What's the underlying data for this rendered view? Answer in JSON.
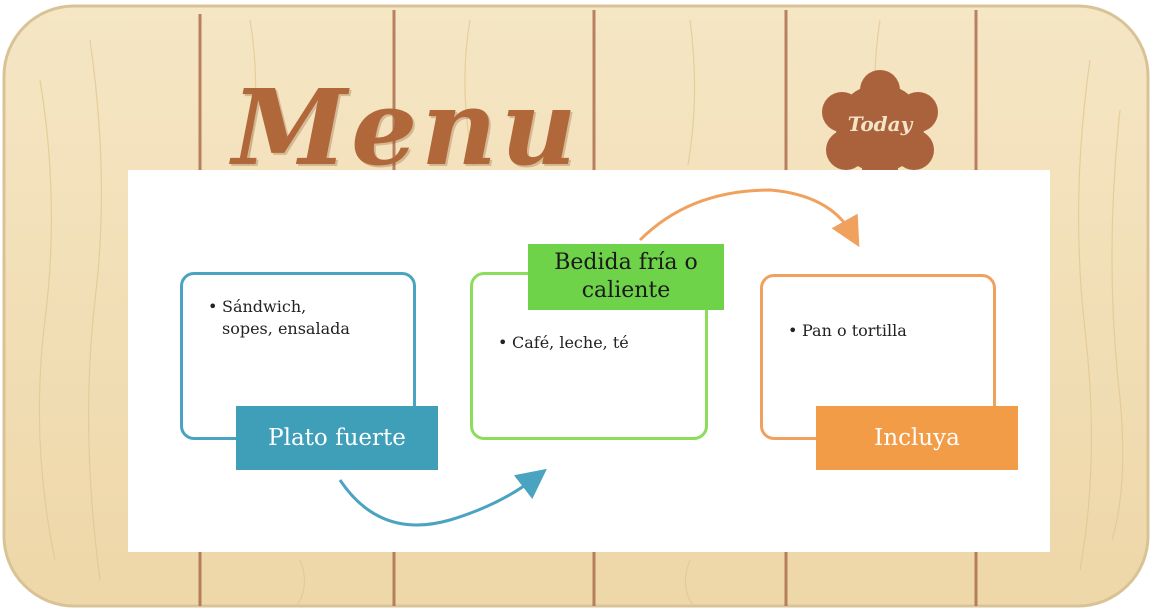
{
  "header": {
    "title": "Menu",
    "badge": "Today"
  },
  "colors": {
    "wood": "#f2dfb6",
    "plank_line": "#a8684a",
    "title": "#b0673a",
    "badge": "#a9623c",
    "blue": "#4aa3c0",
    "blue_label": "#3f9fb9",
    "green": "#8edc5c",
    "green_label": "#6fd34a",
    "orange": "#f0a15e",
    "orange_label": "#f29c48"
  },
  "cycle": {
    "steps": [
      {
        "label": "Plato fuerte",
        "bullet": "Sándwich, sopes, ensalada",
        "bullet_lines": [
          "Sándwich,",
          "sopes, ensalada"
        ]
      },
      {
        "label": "Bedida fría o caliente",
        "label_lines": [
          "Bedida fría o",
          "caliente"
        ],
        "bullet": "Café,  leche, té"
      },
      {
        "label": "Incluya",
        "bullet": "Pan o tortilla"
      }
    ]
  }
}
